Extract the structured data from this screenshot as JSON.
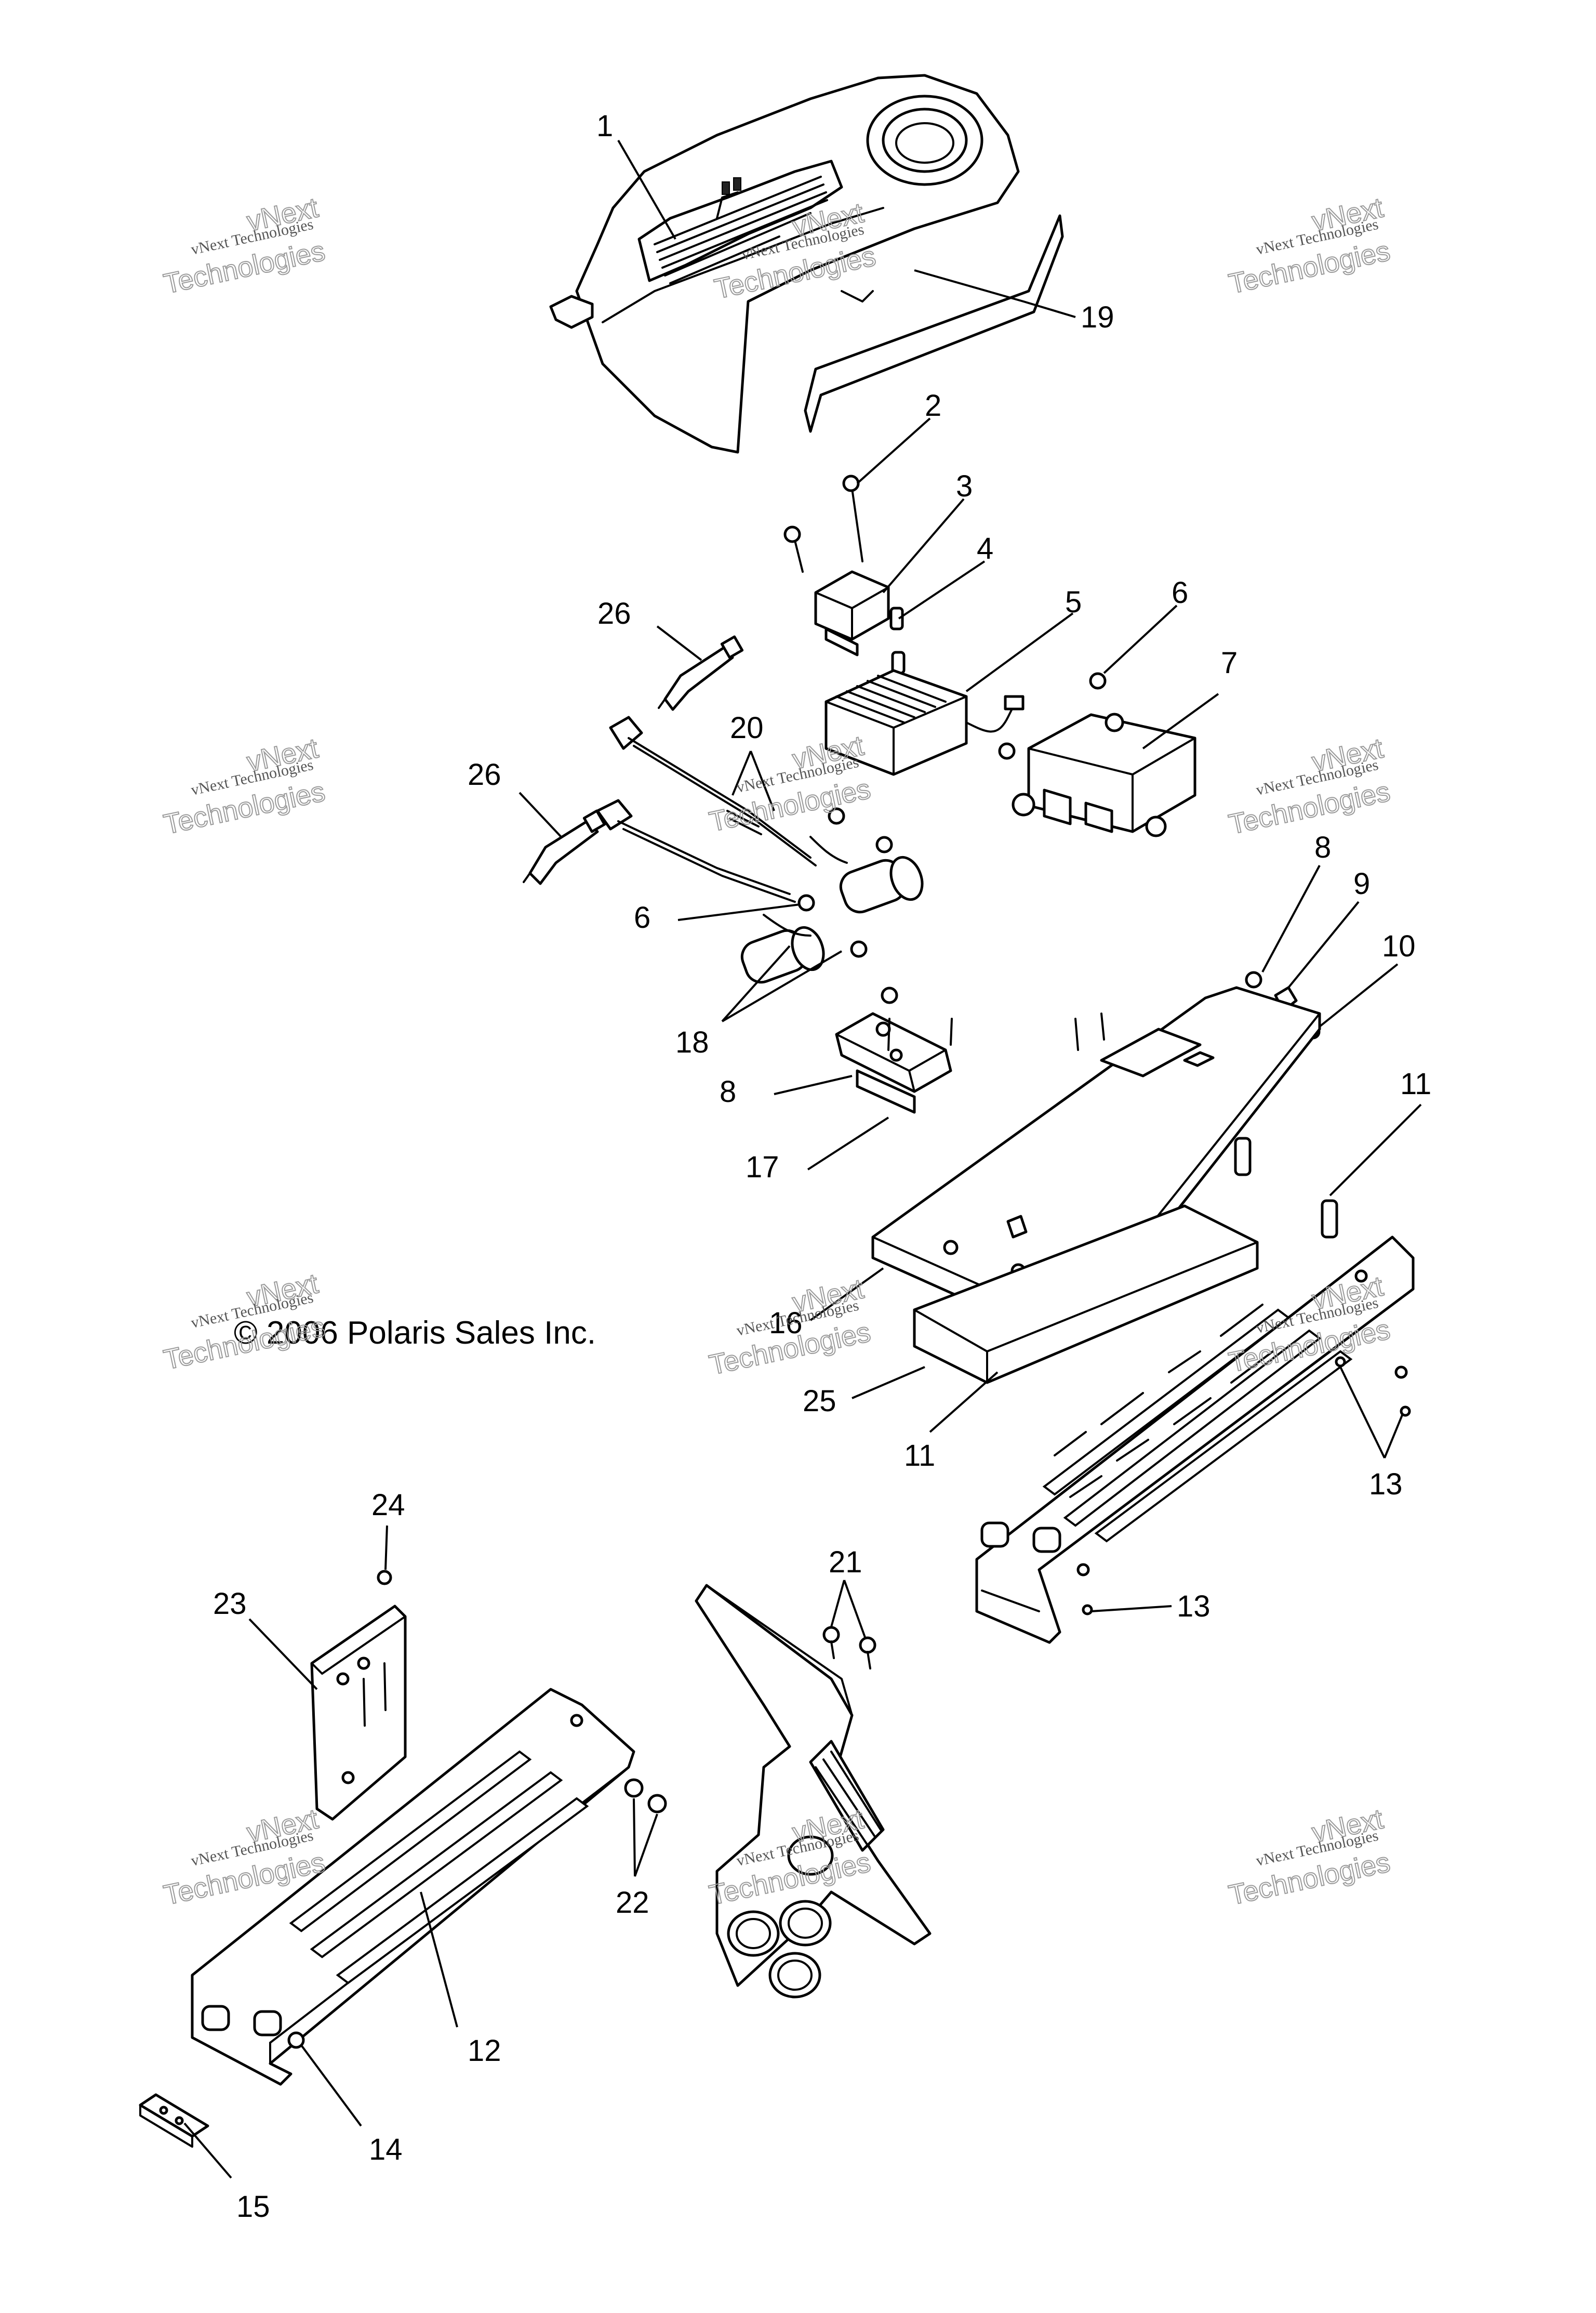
{
  "copyright": "© 2006 Polaris Sales Inc.",
  "watermark": {
    "line1": "vNext Technologies",
    "line2": "vNext",
    "line3": "Technologies"
  },
  "callouts": [
    {
      "label": "1"
    },
    {
      "label": "19"
    },
    {
      "label": "2"
    },
    {
      "label": "3"
    },
    {
      "label": "4"
    },
    {
      "label": "26"
    },
    {
      "label": "5"
    },
    {
      "label": "6"
    },
    {
      "label": "7"
    },
    {
      "label": "20"
    },
    {
      "label": "26"
    },
    {
      "label": "6"
    },
    {
      "label": "8"
    },
    {
      "label": "9"
    },
    {
      "label": "10"
    },
    {
      "label": "18"
    },
    {
      "label": "11"
    },
    {
      "label": "8"
    },
    {
      "label": "17"
    },
    {
      "label": "16"
    },
    {
      "label": "25"
    },
    {
      "label": "11"
    },
    {
      "label": "13"
    },
    {
      "label": "24"
    },
    {
      "label": "21"
    },
    {
      "label": "23"
    },
    {
      "label": "13"
    },
    {
      "label": "22"
    },
    {
      "label": "12"
    },
    {
      "label": "14"
    },
    {
      "label": "15"
    }
  ]
}
